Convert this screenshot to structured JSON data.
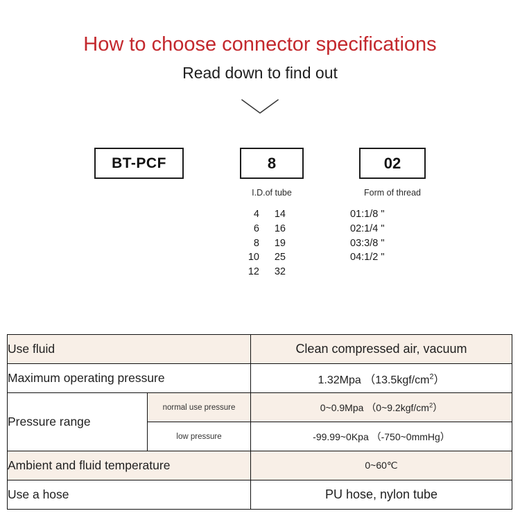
{
  "header": {
    "title": "How to choose connector specifications",
    "subtitle": "Read down to find out",
    "title_color": "#c3282d",
    "chevron_icon": "chevron-down-icon"
  },
  "code_breakdown": {
    "boxes": [
      {
        "value": "BT-PCF",
        "caption": ""
      },
      {
        "value": "8",
        "caption": "I.D.of tube"
      },
      {
        "value": "02",
        "caption": "Form of thread"
      }
    ],
    "tube_options": [
      {
        "col1": "4",
        "col2": "14"
      },
      {
        "col1": "6",
        "col2": "16"
      },
      {
        "col1": "8",
        "col2": "19"
      },
      {
        "col1": "10",
        "col2": "25"
      },
      {
        "col1": "12",
        "col2": "32"
      }
    ],
    "thread_options": [
      "01:1/8 \"",
      "02:1/4 \"",
      "03:3/8 \"",
      "04:1/2 \""
    ]
  },
  "spec_table": {
    "row_use_fluid_label": "Use fluid",
    "row_use_fluid_value": "Clean compressed air, vacuum",
    "row_max_pressure_label": "Maximum operating pressure",
    "row_max_pressure_value_a": "1.32Mpa",
    "row_max_pressure_value_b": "（13.5kgf/cm",
    "row_max_pressure_value_sup": "2",
    "row_max_pressure_value_c": "）",
    "row_pressure_range_label": "Pressure range",
    "row_normal_sub": "normal use pressure",
    "row_normal_value_a": "0~0.9Mpa",
    "row_normal_value_b": "（0~9.2kgf/cm",
    "row_normal_value_sup": "2",
    "row_normal_value_c": "）",
    "row_low_sub": "low pressure",
    "row_low_value": "-99.99~0Kpa （-750~0mmHg）",
    "row_temperature_label": "Ambient and fluid temperature",
    "row_temperature_value": "0~60℃",
    "row_hose_label": "Use a hose",
    "row_hose_value": "PU hose, nylon tube",
    "beige": "#f8efe7"
  }
}
